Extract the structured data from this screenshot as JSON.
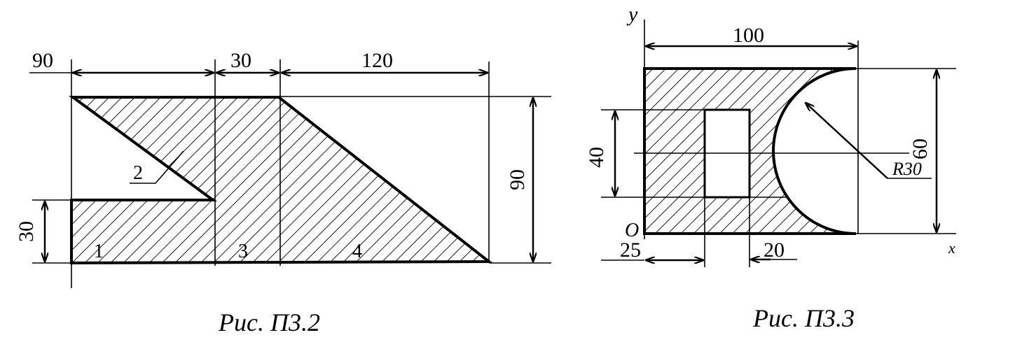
{
  "fig2": {
    "caption": "Рис. П3.2",
    "dims": {
      "top_left": "90",
      "top_mid": "30",
      "top_right": "120",
      "right_height": "90",
      "left_height": "30"
    },
    "part_labels": {
      "p1": "1",
      "p2": "2",
      "p3": "3",
      "p4": "4"
    }
  },
  "fig3": {
    "caption": "Рис. П3.3",
    "axes": {
      "y": "y",
      "x": "x",
      "origin": "O"
    },
    "dims": {
      "width": "100",
      "height": "60",
      "hole_height": "40",
      "left_offset": "25",
      "hole_width": "20",
      "radius": "R30"
    }
  }
}
